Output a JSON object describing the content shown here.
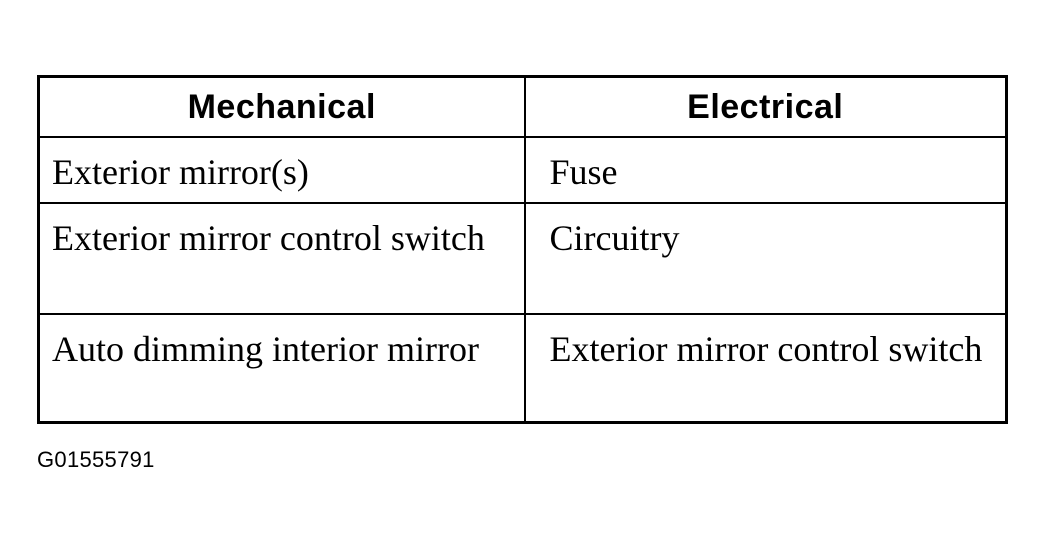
{
  "table": {
    "headers": [
      "Mechanical",
      "Electrical"
    ],
    "rows": [
      [
        "Exterior mirror(s)",
        "Fuse"
      ],
      [
        "Exterior mirror control switch",
        "Circuitry"
      ],
      [
        "Auto dimming interior mirror",
        "Exterior mirror control switch"
      ]
    ]
  },
  "figure_id": "G01555791"
}
